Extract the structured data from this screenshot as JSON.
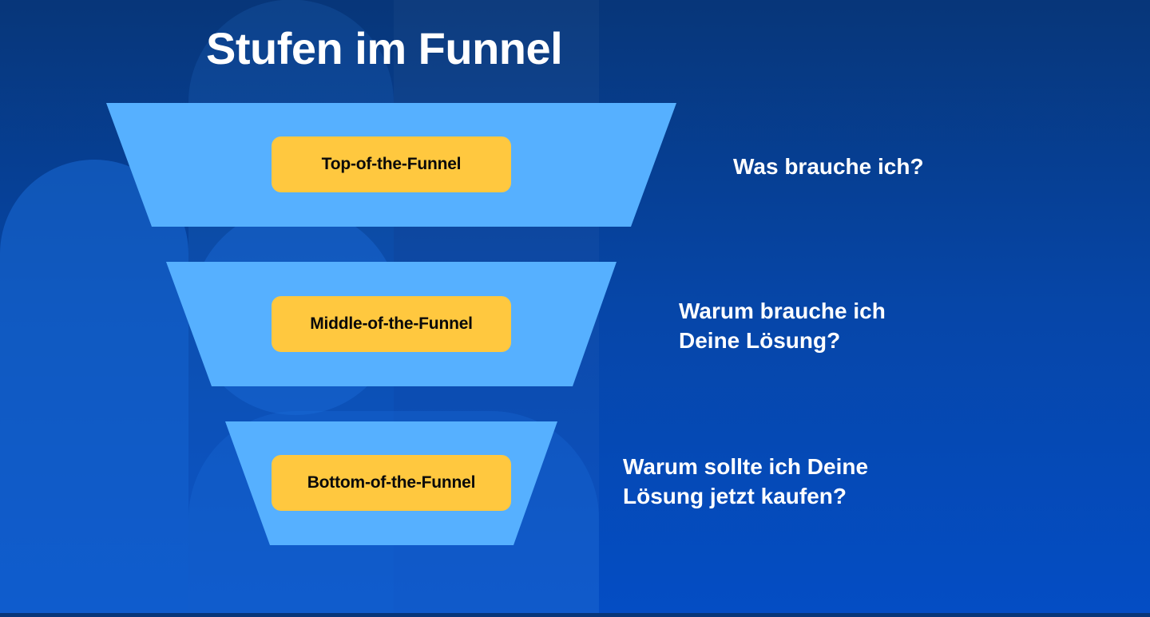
{
  "title": "Stufen im Funnel",
  "colors": {
    "background_top": "#073679",
    "background_bottom": "#044dc4",
    "funnel_fill": "#56b0ff",
    "pill_fill": "#ffc83f",
    "pill_text": "#0a0a0a",
    "text": "#ffffff"
  },
  "stages": [
    {
      "label": "Top-of-the-Funnel",
      "question_lines": [
        "Was brauche ich?"
      ]
    },
    {
      "label": "Middle-of-the-Funnel",
      "question_lines": [
        "Warum brauche ich",
        "Deine Lösung?"
      ]
    },
    {
      "label": "Bottom-of-the-Funnel",
      "question_lines": [
        "Warum sollte ich Deine",
        "Lösung jetzt kaufen?"
      ]
    }
  ]
}
